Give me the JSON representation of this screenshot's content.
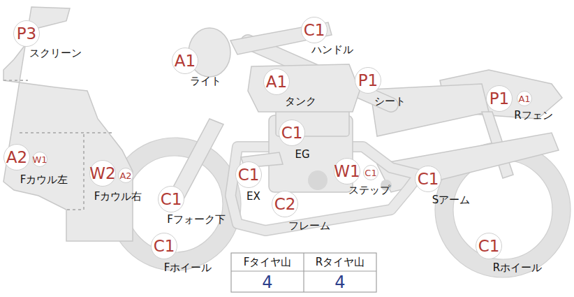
{
  "diagram": {
    "nodes": [
      {
        "text": [
          "P3",
          "スクリーン"
        ]
      },
      {
        "text": [
          "A1",
          "ライト"
        ]
      },
      {
        "text": [
          "C1",
          "ハンドル"
        ]
      },
      {
        "text": [
          "A1",
          "タンク"
        ]
      },
      {
        "text": [
          "P1",
          "シート"
        ]
      },
      {
        "text": [
          "P1",
          "Rフェン"
        ]
      },
      {
        "text": [
          "A1"
        ]
      },
      {
        "text": [
          "C1",
          "EG"
        ]
      },
      {
        "text": [
          "A2",
          "Fカウル左"
        ]
      },
      {
        "text": [
          "W1"
        ]
      },
      {
        "text": [
          "W2",
          "Fカウル右"
        ]
      },
      {
        "text": [
          "A2"
        ]
      },
      {
        "text": [
          "C1",
          "EX"
        ]
      },
      {
        "text": [
          "W1",
          "ステップ"
        ]
      },
      {
        "text": [
          "C1"
        ]
      },
      {
        "text": [
          "C1",
          "Sアーム"
        ]
      },
      {
        "text": [
          "C1",
          "Fフォーク下"
        ]
      },
      {
        "text": [
          "C2",
          "フレーム"
        ]
      },
      {
        "text": [
          "C1",
          "Fホイール"
        ]
      },
      {
        "text": [
          "C1",
          "Rホイール"
        ]
      }
    ],
    "labels": [
      "Fタイヤ山",
      "Rタイヤ山",
      "4",
      "4"
    ]
  }
}
